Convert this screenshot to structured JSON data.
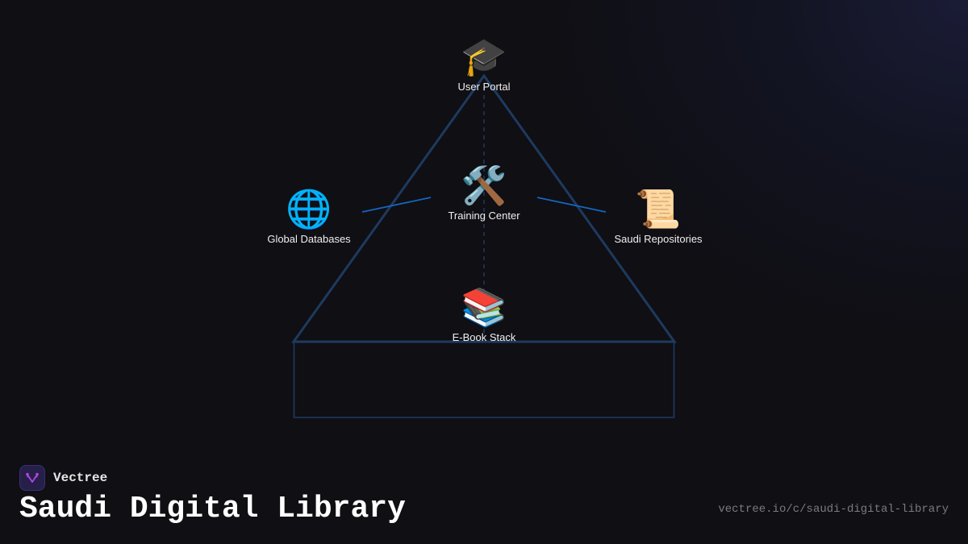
{
  "diagram": {
    "colors": {
      "background": "#0f0f14",
      "outline": "#1e3a5f",
      "connector": "#1565c0",
      "dashed_axis": "#1e3a5f",
      "label_text": "#f0f0f0"
    },
    "nodes": [
      {
        "id": "user-portal",
        "icon": "🎓",
        "icon_name": "graduation-cap-icon",
        "label": "User Portal"
      },
      {
        "id": "training-center",
        "icon": "🛠️",
        "icon_name": "hammer-and-wrench-icon",
        "label": "Training Center"
      },
      {
        "id": "global-databases",
        "icon": "🌐",
        "icon_name": "globe-icon",
        "label": "Global Databases"
      },
      {
        "id": "saudi-repositories",
        "icon": "📜",
        "icon_name": "scroll-icon",
        "label": "Saudi Repositories"
      },
      {
        "id": "ebook-stack",
        "icon": "📚",
        "icon_name": "books-icon",
        "label": "E-Book Stack"
      }
    ]
  },
  "footer": {
    "brand_name": "Vectree",
    "title": "Saudi Digital Library",
    "url": "vectree.io/c/saudi-digital-library"
  }
}
